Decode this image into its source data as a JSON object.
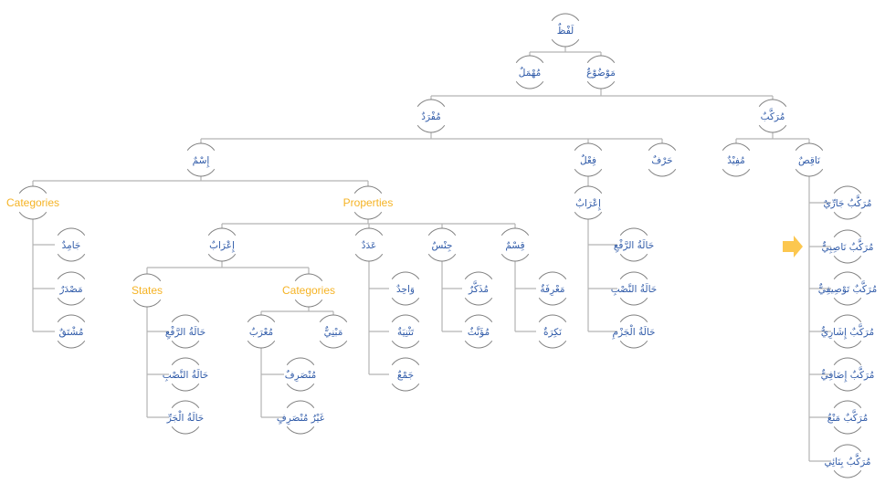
{
  "diagram": {
    "title": "لفظ",
    "colors": {
      "arabic_label": "#2f5aa8",
      "english_label": "#f5b324",
      "connector": "#b3b3b3",
      "node_arc": "#7f7f7f",
      "arrow": "#fcc74f"
    },
    "nodes": {
      "lafz": "لَفْظٌ",
      "mawdu": "مَوْضُوْعٌ",
      "muhmal": "مُهْمَلٌ",
      "mufrad": "مُفْرَدٌ",
      "murakkab": "مُرَكَّبٌ",
      "ism": "إِسْمٌ",
      "fil": "فِعْلٌ",
      "harf": "حَرْفٌ",
      "mufid": "مُفِيْدٌ",
      "naqis": "نَاقِصٌ",
      "ism_categories": "Categories",
      "ism_properties": "Properties",
      "jamid": "جَامِدٌ",
      "masdar": "مَصْدَرٌ",
      "mushtaq": "مُشْتَقٌ",
      "irab": "إِعْرَابٌ",
      "adad": "عَدَدٌ",
      "jins": "جِنْسٌ",
      "qism": "قِسْمٌ",
      "irab_states": "States",
      "irab_categories": "Categories",
      "ism_raf": "حَالَةُ الرَّفْعِ",
      "ism_nasb": "حَالَةُ النَّصْبِ",
      "ism_jarr": "حَالَةُ الْجَرِّ",
      "murab": "مُعْرَبٌ",
      "mabni": "مَبْنِيٌّ",
      "munsarif": "مُنْصَرِفٌ",
      "ghayr_munsarif": "غَيْرُ مُنْصَرِفٍ",
      "wahid": "وَاحِدٌ",
      "tathniya": "تَثْنِيَةٌ",
      "jam": "جَمْعٌ",
      "mudhakkar": "مُذَكَّرٌ",
      "muannath": "مُؤَنَّثٌ",
      "marifa": "مَعْرِفَةٌ",
      "nakira": "نَكِرَةٌ",
      "fil_irab": "إِعْرَابٌ",
      "fil_raf": "حَالَةُ الرَّفْعِ",
      "fil_nasb": "حَالَةُ النَّصْبِ",
      "fil_jazm": "حَالَةُ الْجَزْمِ",
      "m_jarri": "مُرَكَّبٌ جَارِّيٌ",
      "m_nasibi": "مُرَكَّبٌ نَاصِبِيٌّ",
      "m_tawsifi": "مُرَكَّبٌ تَوْصِيفِيٌّ",
      "m_ishari": "مُرَكَّبٌ إِشَارِيٌّ",
      "m_idafi": "مُرَكَّبٌ إِضَافِيٌّ",
      "m_mani": "مُرَكَّبٌ مَنْعٌ",
      "m_binai": "مُرَكَّبٌ بِنَائِي"
    },
    "highlight_arrow": "right-arrow"
  }
}
